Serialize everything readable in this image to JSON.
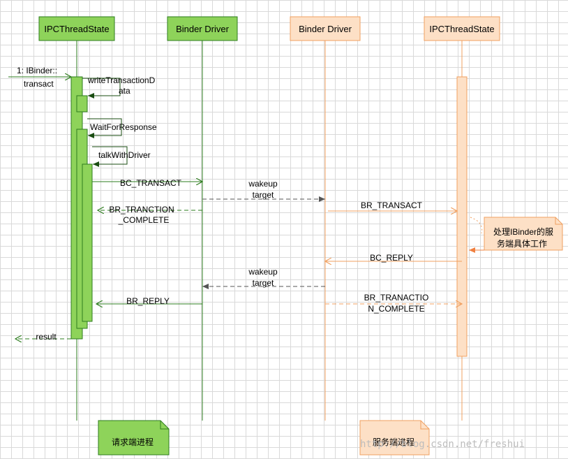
{
  "participants": [
    {
      "label": "IPCThreadState",
      "color": "#8ed35a"
    },
    {
      "label": "Binder Driver",
      "color": "#8ed35a"
    },
    {
      "label": "Binder Driver",
      "color": "#fde0c6"
    },
    {
      "label": "IPCThreadState",
      "color": "#fde0c6"
    }
  ],
  "messages": {
    "m1_line1": "1: IBinder::",
    "m1_line2": "transact",
    "write_line1": "writeTransactionD",
    "write_line2": "ata",
    "wait": "WaitForResponse",
    "talk": "talkWithDriver",
    "bc_transact": "BC_TRANSACT",
    "wake1_line1": "wakeup",
    "wake1_line2": "target",
    "br_tranction_line1": "BR_TRANCTION",
    "br_tranction_line2": "_COMPLETE",
    "br_transact": "BR_TRANSACT",
    "bc_reply": "BC_REPLY",
    "wake2_line1": "wakeup",
    "wake2_line2": "target",
    "br_reply": "BR_REPLY",
    "br_tranaction2_line1": "BR_TRANACTIO",
    "br_tranaction2_line2": "N_COMPLETE",
    "result": "result"
  },
  "notes": {
    "server_work_line1": "处理IBinder的服",
    "server_work_line2": "务端具体工作",
    "client_process": "请求端进程",
    "server_process": "服务端进程"
  },
  "watermark": "http://blog.csdn.net/freshui",
  "colors": {
    "client_fill": "#8ed35a",
    "client_stroke": "#2e7d1f",
    "server_fill": "#fde0c6",
    "server_stroke": "#f0a060",
    "dashed_gray": "#555555"
  }
}
